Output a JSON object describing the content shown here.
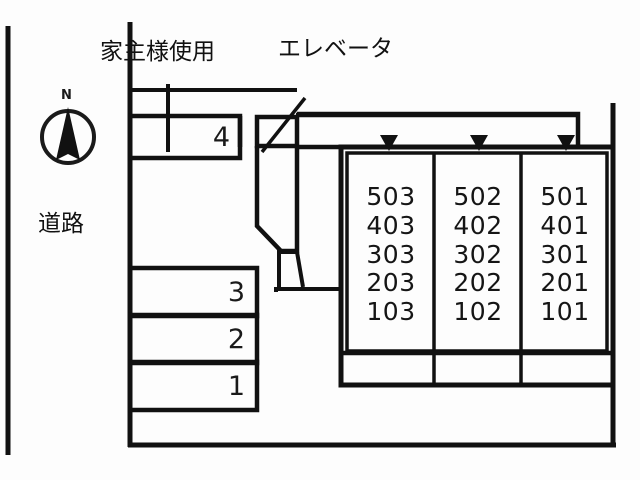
{
  "diagram": {
    "title": "Apartment site layout plan",
    "line_color": "#111111",
    "background_color": "#fdfdfd"
  },
  "labels": {
    "owner_use": "家主様使用",
    "elevator": "エレベータ",
    "road": "道路"
  },
  "compass": {
    "north_letter": "N"
  },
  "parking": {
    "stalls": [
      {
        "number": "4"
      },
      {
        "number": "3"
      },
      {
        "number": "2"
      },
      {
        "number": "1"
      }
    ]
  },
  "building": {
    "columns": [
      {
        "rooms": [
          "503",
          "403",
          "303",
          "203",
          "103"
        ]
      },
      {
        "rooms": [
          "502",
          "402",
          "302",
          "202",
          "102"
        ]
      },
      {
        "rooms": [
          "501",
          "401",
          "301",
          "201",
          "101"
        ]
      }
    ],
    "entrance_marker_count": 3
  }
}
